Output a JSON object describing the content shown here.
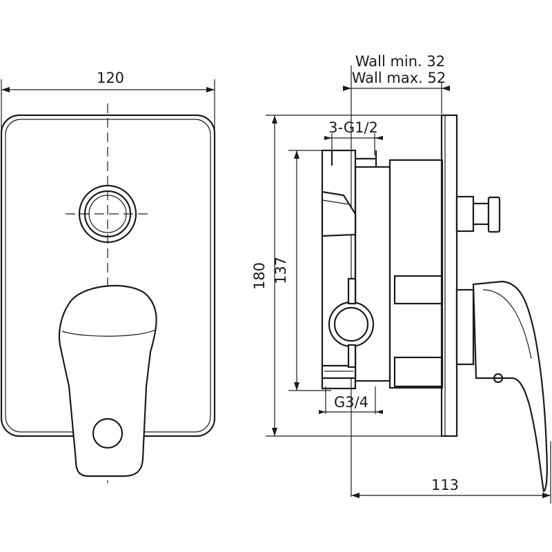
{
  "front_view": {
    "width_label": "120"
  },
  "side_view": {
    "wall_min_label": "Wall min. 32",
    "wall_max_label": "Wall max. 52",
    "outlets_label": "3-G1/2",
    "inlet_label": "G3/4",
    "height_outer_label": "180",
    "height_inner_label": "137",
    "depth_label": "113"
  }
}
